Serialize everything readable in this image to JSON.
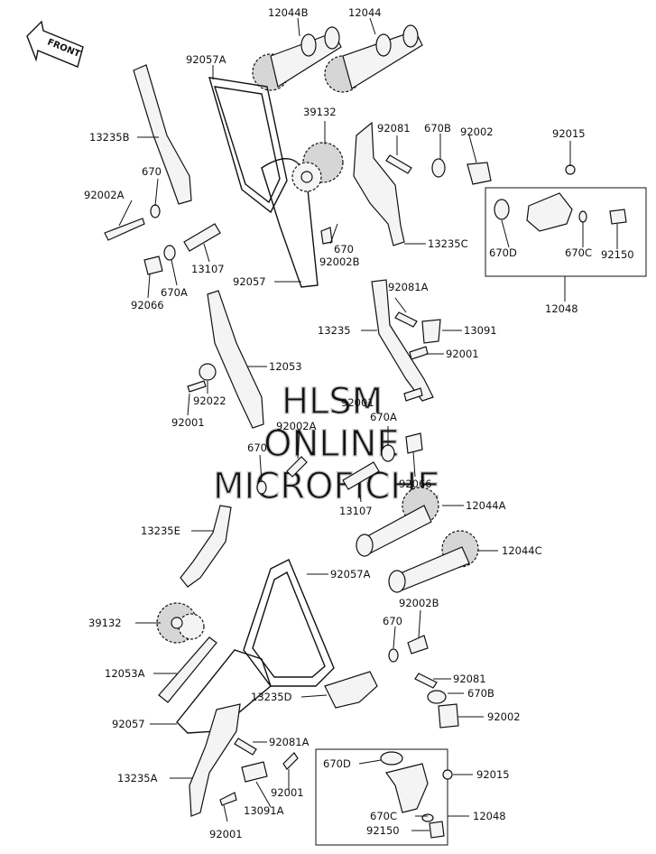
{
  "front_label": "FRONT",
  "watermark": [
    "HLSM",
    "ONLINE",
    "MICROFICHE"
  ],
  "callouts": [
    {
      "id": "12044B",
      "label": "12044B"
    },
    {
      "id": "12044",
      "label": "12044"
    },
    {
      "id": "92057A-top",
      "label": "92057A"
    },
    {
      "id": "13235B",
      "label": "13235B"
    },
    {
      "id": "39132-top",
      "label": "39132"
    },
    {
      "id": "92081-top",
      "label": "92081"
    },
    {
      "id": "670B-top",
      "label": "670B"
    },
    {
      "id": "92002-top",
      "label": "92002"
    },
    {
      "id": "92015-top",
      "label": "92015"
    },
    {
      "id": "670-top",
      "label": "670"
    },
    {
      "id": "92002A-top",
      "label": "92002A"
    },
    {
      "id": "670-mid",
      "label": "670"
    },
    {
      "id": "92002B-top",
      "label": "92002B"
    },
    {
      "id": "13235C",
      "label": "13235C"
    },
    {
      "id": "670D-top",
      "label": "670D"
    },
    {
      "id": "670C-top",
      "label": "670C"
    },
    {
      "id": "92150-top",
      "label": "92150"
    },
    {
      "id": "13107-top",
      "label": "13107"
    },
    {
      "id": "670A-top",
      "label": "670A"
    },
    {
      "id": "92066-top",
      "label": "92066"
    },
    {
      "id": "92057-top",
      "label": "92057"
    },
    {
      "id": "12048-top",
      "label": "12048"
    },
    {
      "id": "92081A-top",
      "label": "92081A"
    },
    {
      "id": "13235",
      "label": "13235"
    },
    {
      "id": "13091",
      "label": "13091"
    },
    {
      "id": "92001-a",
      "label": "92001"
    },
    {
      "id": "12053",
      "label": "12053"
    },
    {
      "id": "92022",
      "label": "92022"
    },
    {
      "id": "92001-b",
      "label": "92001"
    },
    {
      "id": "92001-c",
      "label": "92001"
    },
    {
      "id": "670A-mid",
      "label": "670A"
    },
    {
      "id": "92002A-mid",
      "label": "92002A"
    },
    {
      "id": "670-low",
      "label": "670"
    },
    {
      "id": "92066-mid",
      "label": "92066"
    },
    {
      "id": "12044A",
      "label": "12044A"
    },
    {
      "id": "13235E",
      "label": "13235E"
    },
    {
      "id": "13107-mid",
      "label": "13107"
    },
    {
      "id": "12044C",
      "label": "12044C"
    },
    {
      "id": "92057A-low",
      "label": "92057A"
    },
    {
      "id": "39132-low",
      "label": "39132"
    },
    {
      "id": "92002B-low",
      "label": "92002B"
    },
    {
      "id": "670-bottom",
      "label": "670"
    },
    {
      "id": "12053A",
      "label": "12053A"
    },
    {
      "id": "92081-low",
      "label": "92081"
    },
    {
      "id": "13235D",
      "label": "13235D"
    },
    {
      "id": "670B-low",
      "label": "670B"
    },
    {
      "id": "92057-low",
      "label": "92057"
    },
    {
      "id": "92002-low",
      "label": "92002"
    },
    {
      "id": "92081A-low",
      "label": "92081A"
    },
    {
      "id": "670D-low",
      "label": "670D"
    },
    {
      "id": "92015-low",
      "label": "92015"
    },
    {
      "id": "13235A",
      "label": "13235A"
    },
    {
      "id": "92001-d",
      "label": "92001"
    },
    {
      "id": "13091A",
      "label": "13091A"
    },
    {
      "id": "670C-low",
      "label": "670C"
    },
    {
      "id": "12048-low",
      "label": "12048"
    },
    {
      "id": "92150-low",
      "label": "92150"
    },
    {
      "id": "92001-e",
      "label": "92001"
    }
  ]
}
